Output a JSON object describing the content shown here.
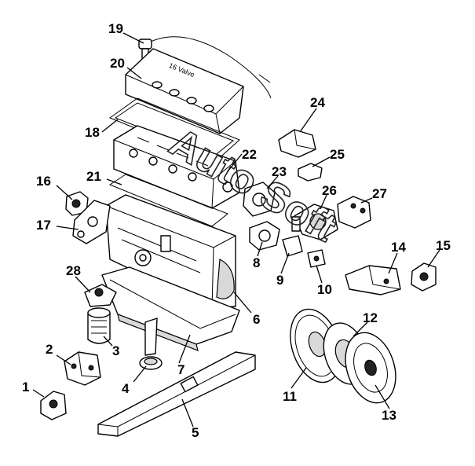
{
  "diagram": {
    "watermark": "Auto Soft",
    "head_cover_text": "16 Valve",
    "labels": [
      "1",
      "2",
      "3",
      "4",
      "5",
      "6",
      "7",
      "8",
      "9",
      "10",
      "11",
      "12",
      "13",
      "14",
      "15",
      "16",
      "17",
      "18",
      "19",
      "20",
      "21",
      "22",
      "23",
      "24",
      "25",
      "26",
      "27",
      "28"
    ]
  }
}
